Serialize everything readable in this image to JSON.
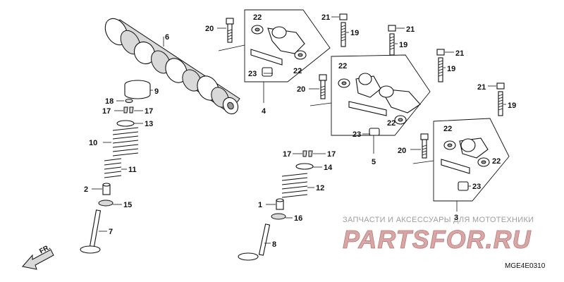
{
  "diagram": {
    "code": "MGE4E0310",
    "direction_label": "FR.",
    "watermark_top": "ЗАПЧАСТИ И АКСЕССУАРЫ ДЛЯ МОТОТЕХНИКИ",
    "watermark_brand": "PARTSFOR.RU",
    "labels": [
      "1",
      "2",
      "3",
      "4",
      "5",
      "6",
      "7",
      "8",
      "9",
      "10",
      "11",
      "12",
      "13",
      "14",
      "15",
      "16",
      "17",
      "18",
      "19",
      "20",
      "21",
      "22",
      "23"
    ]
  }
}
